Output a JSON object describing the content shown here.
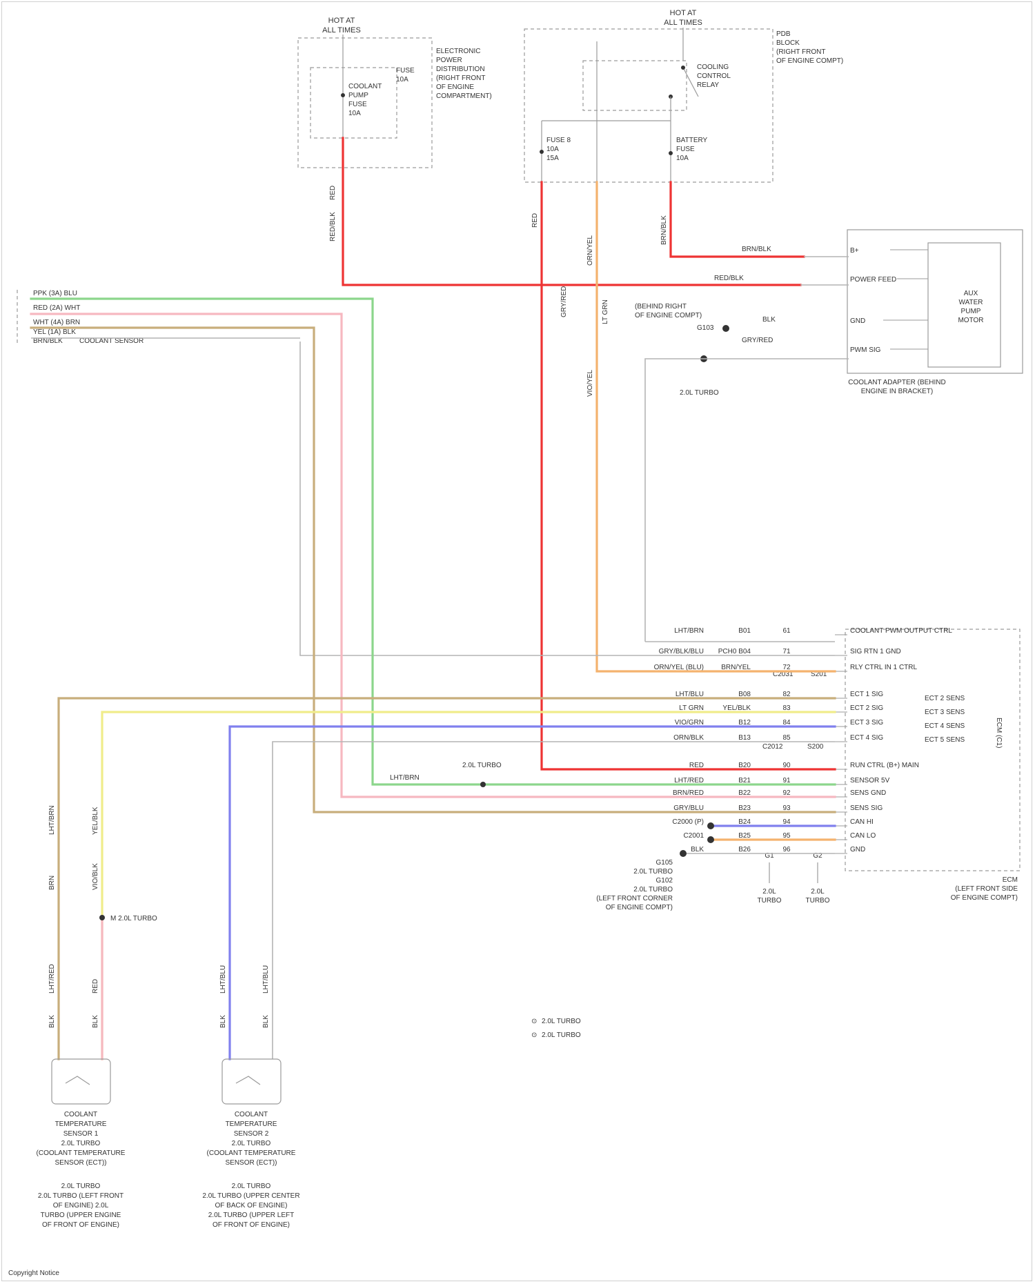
{
  "diagram": {
    "top_modules": [
      {
        "id": "m1",
        "lines": [
          "HOT AT",
          "ALL TIMES"
        ]
      },
      {
        "id": "m2",
        "lines": [
          "HOT AT",
          "ALL TIMES"
        ]
      }
    ],
    "fuse_box_left": {
      "label_lines": [
        "ELECTRONIC",
        "POWER",
        "DISTRIBUTION",
        "(RIGHT FRONT",
        "OF ENGINE",
        "COMPARTMENT)"
      ],
      "fuse": [
        "COOLANT",
        "PUMP",
        "FUSE",
        "10A"
      ],
      "sub_label": [
        "FUSE",
        "10A"
      ]
    },
    "fuse_box_right": {
      "label_lines": [
        "PDB",
        "BLOCK",
        "(RIGHT FRONT",
        "OF ENGINE COMPT)"
      ],
      "relay": [
        "COOLING",
        "CONTROL",
        "RELAY"
      ],
      "fuse_left": [
        "FUSE 8",
        "10A",
        "15A"
      ],
      "fuse_right": [
        "BATTERY",
        "FUSE",
        "10A"
      ]
    },
    "wire_labels_vertical": [
      "RED",
      "RED/BLK",
      "RED",
      "ORN/YEL",
      "BRN/BLK",
      "VIO/YEL",
      "LT GRN",
      "GRY/RED"
    ],
    "pump_module": {
      "title_lines": [
        "AUX",
        "WATER",
        "PUMP",
        "MOTOR"
      ],
      "caption": [
        "COOLANT ADAPTER (BEHIND",
        "ENGINE IN BRACKET)"
      ],
      "pins": [
        "B+",
        "POWER FEED",
        "GND",
        "PWM SIG"
      ],
      "wire_codes": [
        "BRN/BLK",
        "RED/BLK",
        "BLK",
        "GRY/RED"
      ],
      "ground_label": [
        "(BEHIND RIGHT",
        "OF ENGINE COMPT)"
      ],
      "ground_code": "G103",
      "splice": [
        "2.0L TURBO"
      ]
    },
    "left_connector": {
      "rows": [
        "PPK (3A) BLU",
        "RED (2A) WHT",
        "WHT (4A) BRN",
        "YEL (1A) BLK",
        "BRN/BLK"
      ],
      "right_tag": "COOLANT SENSOR"
    },
    "ecm": {
      "title_lines": [
        "ECM",
        "(LEFT FRONT SIDE",
        "OF ENGINE COMPT)"
      ],
      "side_label": "ECM (C1)",
      "pins": [
        {
          "wire": "LHT/BRN",
          "code": "B01",
          "num": "61",
          "name": "COOLANT PWM OUTPUT CTRL"
        },
        {
          "wire": "GRY/BLK/BLU",
          "code": "PCH0 B04",
          "num": "71",
          "name": "SIG RTN 1 GND"
        },
        {
          "wire": "ORN/YEL (BLU)",
          "code": "BRN/YEL",
          "num": "72",
          "name": "RLY CTRL IN 1 CTRL"
        },
        {
          "wire": "LHT/BLU",
          "code": "B08",
          "num": "82",
          "name": "ECT 1 SIG"
        },
        {
          "wire": "LT GRN",
          "code": "YEL/BLK",
          "num": "83",
          "name": "ECT 2 SIG"
        },
        {
          "wire": "VIO/GRN",
          "code": "B12",
          "num": "84",
          "name": "ECT 3 SIG"
        },
        {
          "wire": "ORN/BLK",
          "code": "B13",
          "num": "85",
          "name": "ECT 4 SIG"
        },
        {
          "wire": "RED",
          "code": "B20",
          "num": "90",
          "name": "RUN CTRL (B+) MAIN"
        },
        {
          "wire": "LHT/RED",
          "code": "B21",
          "num": "91",
          "name": "SENSOR 5V"
        },
        {
          "wire": "BRN/RED",
          "code": "B22",
          "num": "92",
          "name": "SENS GND"
        },
        {
          "wire": "GRY/BLU",
          "code": "B23",
          "num": "93",
          "name": "SENS SIG"
        },
        {
          "wire": "C2000 (P)",
          "code": "B24",
          "num": "94",
          "name": "CAN HI"
        },
        {
          "wire": "C2001",
          "code": "B25",
          "num": "95",
          "name": "CAN LO"
        },
        {
          "wire": "BLK",
          "code": "B26",
          "num": "96",
          "name": "GND"
        }
      ],
      "side_sensor_notes": [
        "ECT 2 SENS",
        "ECT 3 SENS",
        "ECT 4 SENS",
        "ECT 5 SENS"
      ],
      "bottom_notes": [
        "G105",
        "2.0L TURBO",
        "G102",
        "2.0L TURBO",
        "(LEFT FRONT CORNER",
        "OF ENGINE COMPT)"
      ],
      "grounds": [
        "G1",
        "G2"
      ],
      "ground_captions": [
        "2.0L",
        "TURBO",
        "2.0L",
        "TURBO"
      ],
      "splice_codes": [
        "C2031",
        "C2012",
        "S200",
        "S201"
      ]
    },
    "mid_splice": "2.0L TURBO",
    "mid_wire_label": "LHT/BRN",
    "left_vertical_labels": [
      "LHT/BRN",
      "BRN",
      "YEL/BLK",
      "VIO/BLK",
      "BLK",
      "LHT/RED",
      "BLK",
      "RED",
      "LHT/BLU",
      "BLK",
      "LHT/BLU",
      "BLK"
    ],
    "side_note": "M 2.0L TURBO",
    "sensor1": {
      "lines": [
        "COOLANT",
        "TEMPERATURE",
        "SENSOR 1",
        "2.0L TURBO",
        "(COOLANT TEMPERATURE",
        "SENSOR (ECT))"
      ],
      "location": [
        "2.0L TURBO",
        "2.0L TURBO (LEFT FRONT",
        "OF ENGINE) 2.0L",
        "TURBO (UPPER ENGINE",
        "OF FRONT OF ENGINE)"
      ]
    },
    "sensor2": {
      "lines": [
        "COOLANT",
        "TEMPERATURE",
        "SENSOR 2",
        "2.0L TURBO",
        "(COOLANT TEMPERATURE",
        "SENSOR (ECT))"
      ],
      "location": [
        "2.0L TURBO",
        "2.0L TURBO (UPPER CENTER",
        "OF BACK OF ENGINE)",
        "2.0L TURBO (UPPER LEFT",
        "OF FRONT OF ENGINE)"
      ]
    },
    "legend": [
      "2.0L TURBO",
      "2.0L TURBO"
    ],
    "footer": "Copyright Notice"
  }
}
